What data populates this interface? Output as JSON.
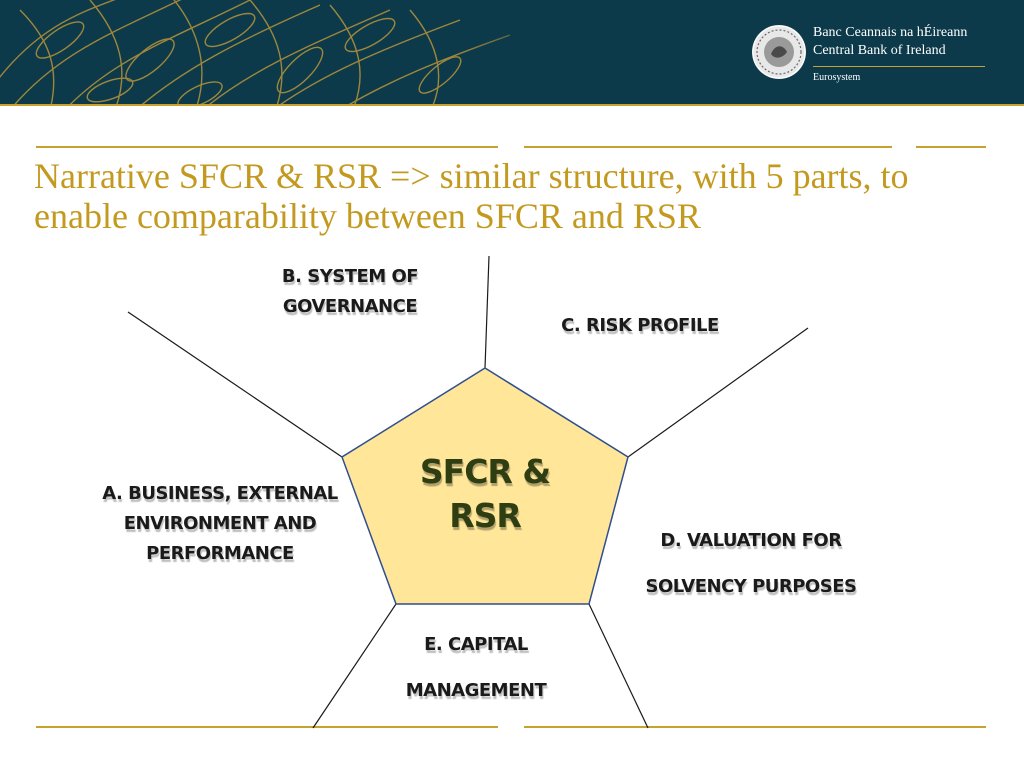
{
  "header": {
    "org_irish": "Banc Ceannais na hÉireann",
    "org_english": "Central Bank of Ireland",
    "eurosystem": "Eurosystem",
    "logo_icon": "central-bank-seal-icon"
  },
  "slide": {
    "title": "Narrative SFCR & RSR => similar structure, with 5 parts, to enable comparability between SFCR and RSR"
  },
  "diagram": {
    "center": "SFCR & RSR",
    "parts": {
      "a": "A. BUSINESS, EXTERNAL ENVIRONMENT AND PERFORMANCE",
      "b": "B. SYSTEM OF GOVERNANCE",
      "c": "C. RISK PROFILE",
      "d": "D. VALUATION FOR SOLVENCY PURPOSES",
      "e": "E. CAPITAL MANAGEMENT"
    }
  },
  "colors": {
    "banner": "#0c3a4a",
    "gold_rule": "#c8a22e",
    "title": "#c39a1f",
    "pentagon_fill": "#ffe699",
    "pentagon_stroke": "#2f4f8f",
    "center_text": "#2e3d12"
  }
}
